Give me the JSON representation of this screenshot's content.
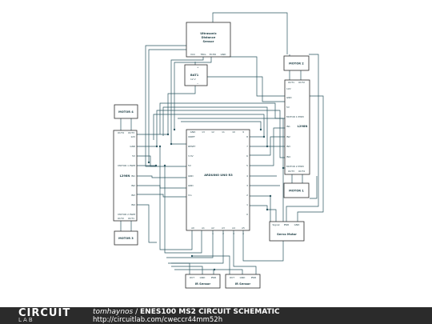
{
  "footer": {
    "brand_top": "CIRCUIT",
    "brand_bottom": "LAB",
    "author": "tomhaynos",
    "separator": " / ",
    "title": "ENES100 MS2 CIRCUIT SCHEMATIC",
    "url": "http://circuitlab.com/cweccr44mm52h"
  },
  "ultrasonic": {
    "label_line1": "Ultrasonic",
    "label_line2": "Distance",
    "label_line3": "Sensor",
    "pins": [
      "VCC",
      "TRIG",
      "ECHO",
      "GND"
    ]
  },
  "battery": {
    "label": "BAT1",
    "voltage": "12 V",
    "plus": "+",
    "minus": "−"
  },
  "motor4": {
    "label": "MOTOR 4"
  },
  "motor3": {
    "label": "MOTOR 3"
  },
  "motor2": {
    "label": "MOTOR 2"
  },
  "motor1": {
    "label": "MOTOR 1"
  },
  "l298n_left": {
    "label": "L298N",
    "top_pins": [
      "OUT4",
      "OUT3"
    ],
    "side_pins": [
      "12V",
      "GND",
      "5V",
      "MOTOR 1 PWM",
      "IN1",
      "IN2",
      "IN3",
      "IN4",
      "MOTOR 2 PWM"
    ],
    "bottom_pins": [
      "OUT2",
      "OUT1"
    ]
  },
  "l298n_right": {
    "label": "L298N",
    "top_pins": [
      "OUT1",
      "OUT2"
    ],
    "side_pins": [
      "12V",
      "GND",
      "5V",
      "MOTOR 1 PWM",
      "IN1",
      "IN2",
      "IN3",
      "IN4",
      "MOTOR 2 PWM"
    ],
    "bottom_pins": [
      "OUT3",
      "OUT4"
    ]
  },
  "arduino": {
    "label": "ARDUINO UNO R3",
    "top_pins": [
      "GND",
      "13",
      "12",
      "11",
      "10",
      "9"
    ],
    "left_pins": [
      "IOREF",
      "RESET",
      "3.3V",
      "5V",
      "GND",
      "GND",
      "Vin"
    ],
    "right_pins": [
      "8",
      "7",
      "6",
      "5",
      "4",
      "3",
      "2",
      "1",
      "0"
    ],
    "bottom_pins": [
      "A0",
      "A1",
      "A2",
      "A3",
      "A4",
      "A5"
    ],
    "bottom_nums": [
      "1",
      "2",
      "3",
      "4"
    ]
  },
  "servo": {
    "label": "Servo Motor",
    "pins": [
      "Signal",
      "PWR",
      "GND"
    ]
  },
  "ir1": {
    "label": "IR Sensor",
    "pins": [
      "OUT",
      "GND",
      "PWR"
    ]
  },
  "ir2": {
    "label": "IR Sensor",
    "pins": [
      "OUT",
      "GND",
      "PWR"
    ]
  }
}
